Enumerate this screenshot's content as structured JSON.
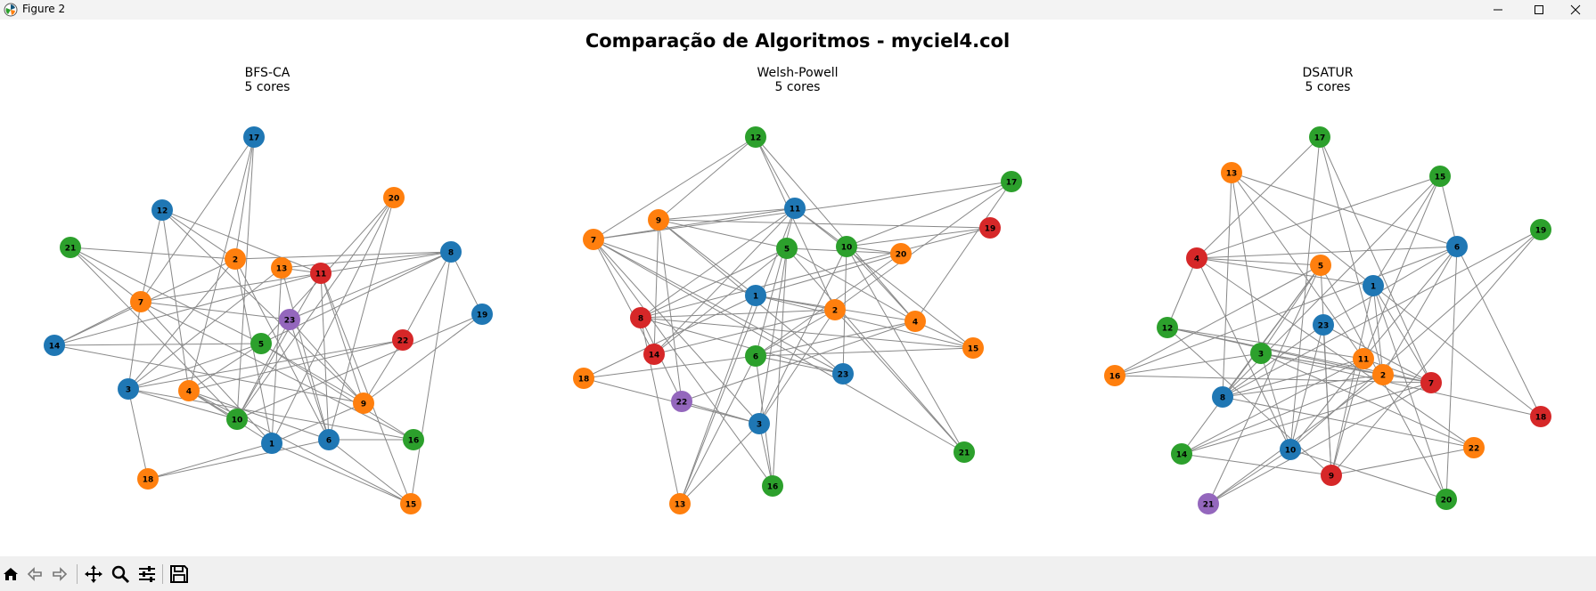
{
  "window": {
    "title": "Figure 2"
  },
  "figure": {
    "suptitle": "Comparação de Algoritmos - myciel4.col"
  },
  "colors": {
    "blue": "#1f77b4",
    "orange": "#ff7f0e",
    "green": "#2ca02c",
    "red": "#d62728",
    "purple": "#9467bd",
    "edge": "#888888"
  },
  "panels": [
    {
      "title": "BFS-CA",
      "subtitle": "5 cores",
      "nodes": [
        {
          "id": "17",
          "c": "blue"
        },
        {
          "id": "12",
          "c": "blue"
        },
        {
          "id": "20",
          "c": "orange"
        },
        {
          "id": "21",
          "c": "green"
        },
        {
          "id": "2",
          "c": "orange"
        },
        {
          "id": "13",
          "c": "orange"
        },
        {
          "id": "11",
          "c": "red"
        },
        {
          "id": "8",
          "c": "blue"
        },
        {
          "id": "7",
          "c": "orange"
        },
        {
          "id": "23",
          "c": "purple"
        },
        {
          "id": "19",
          "c": "blue"
        },
        {
          "id": "14",
          "c": "blue"
        },
        {
          "id": "5",
          "c": "green"
        },
        {
          "id": "22",
          "c": "red"
        },
        {
          "id": "3",
          "c": "blue"
        },
        {
          "id": "4",
          "c": "orange"
        },
        {
          "id": "9",
          "c": "orange"
        },
        {
          "id": "10",
          "c": "green"
        },
        {
          "id": "1",
          "c": "blue"
        },
        {
          "id": "6",
          "c": "blue"
        },
        {
          "id": "16",
          "c": "green"
        },
        {
          "id": "18",
          "c": "orange"
        },
        {
          "id": "15",
          "c": "orange"
        }
      ]
    },
    {
      "title": "Welsh-Powell",
      "subtitle": "5 cores",
      "nodes": [
        {
          "id": "12",
          "c": "green"
        },
        {
          "id": "17",
          "c": "green"
        },
        {
          "id": "11",
          "c": "blue"
        },
        {
          "id": "9",
          "c": "orange"
        },
        {
          "id": "19",
          "c": "red"
        },
        {
          "id": "7",
          "c": "orange"
        },
        {
          "id": "5",
          "c": "green"
        },
        {
          "id": "10",
          "c": "green"
        },
        {
          "id": "20",
          "c": "orange"
        },
        {
          "id": "1",
          "c": "blue"
        },
        {
          "id": "2",
          "c": "orange"
        },
        {
          "id": "8",
          "c": "red"
        },
        {
          "id": "4",
          "c": "orange"
        },
        {
          "id": "15",
          "c": "orange"
        },
        {
          "id": "14",
          "c": "red"
        },
        {
          "id": "6",
          "c": "green"
        },
        {
          "id": "23",
          "c": "blue"
        },
        {
          "id": "18",
          "c": "orange"
        },
        {
          "id": "22",
          "c": "purple"
        },
        {
          "id": "3",
          "c": "blue"
        },
        {
          "id": "21",
          "c": "green"
        },
        {
          "id": "16",
          "c": "green"
        },
        {
          "id": "13",
          "c": "orange"
        }
      ]
    },
    {
      "title": "DSATUR",
      "subtitle": "5 cores",
      "nodes": [
        {
          "id": "17",
          "c": "green"
        },
        {
          "id": "13",
          "c": "orange"
        },
        {
          "id": "15",
          "c": "green"
        },
        {
          "id": "19",
          "c": "green"
        },
        {
          "id": "6",
          "c": "blue"
        },
        {
          "id": "4",
          "c": "red"
        },
        {
          "id": "5",
          "c": "orange"
        },
        {
          "id": "1",
          "c": "blue"
        },
        {
          "id": "12",
          "c": "green"
        },
        {
          "id": "23",
          "c": "blue"
        },
        {
          "id": "3",
          "c": "green"
        },
        {
          "id": "11",
          "c": "orange"
        },
        {
          "id": "16",
          "c": "orange"
        },
        {
          "id": "2",
          "c": "orange"
        },
        {
          "id": "7",
          "c": "red"
        },
        {
          "id": "8",
          "c": "blue"
        },
        {
          "id": "18",
          "c": "red"
        },
        {
          "id": "22",
          "c": "orange"
        },
        {
          "id": "10",
          "c": "blue"
        },
        {
          "id": "14",
          "c": "green"
        },
        {
          "id": "9",
          "c": "red"
        },
        {
          "id": "20",
          "c": "green"
        },
        {
          "id": "21",
          "c": "purple"
        }
      ]
    }
  ],
  "toolbar": {
    "icons": [
      "home-icon",
      "back-icon",
      "forward-icon",
      "pan-icon",
      "zoom-icon",
      "configure-icon",
      "save-icon"
    ]
  }
}
